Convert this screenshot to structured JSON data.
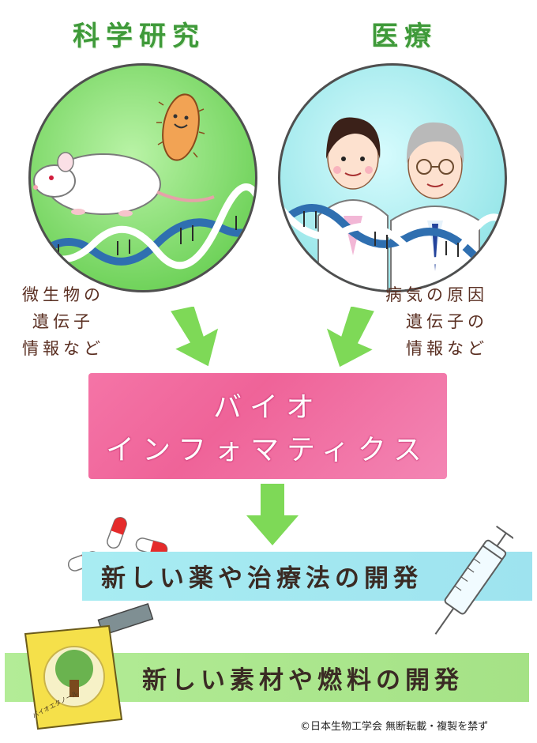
{
  "headings": {
    "left": "科学研究",
    "right": "医療"
  },
  "notes": {
    "left": "微生物の\n遺伝子\n情報など",
    "right": "病気の原因\n遺伝子の\n情報など"
  },
  "center_box": {
    "line1": "バイオ",
    "line2": "インフォマティクス"
  },
  "outcomes": {
    "medicine": "新しい薬や治療法の開発",
    "materials": "新しい素材や燃料の開発"
  },
  "can_label": "バイオエタノール",
  "copyright": "©日本生物工学会 無断転載・複製を禁ず",
  "colors": {
    "heading": "#3f9a3a",
    "circle_left": "#6fd25a",
    "circle_right": "#9be7ea",
    "pink": "#ee5b93",
    "arrow": "#7ed957",
    "band_blue": "#a8ecf2",
    "band_green": "#b3ec97"
  },
  "icons": [
    "mouse-icon",
    "bacteria-icon",
    "dna-icon",
    "doctor-icon",
    "pill-icon",
    "syringe-icon",
    "fuel-can-icon",
    "tree-icon",
    "arrow-down-icon"
  ]
}
